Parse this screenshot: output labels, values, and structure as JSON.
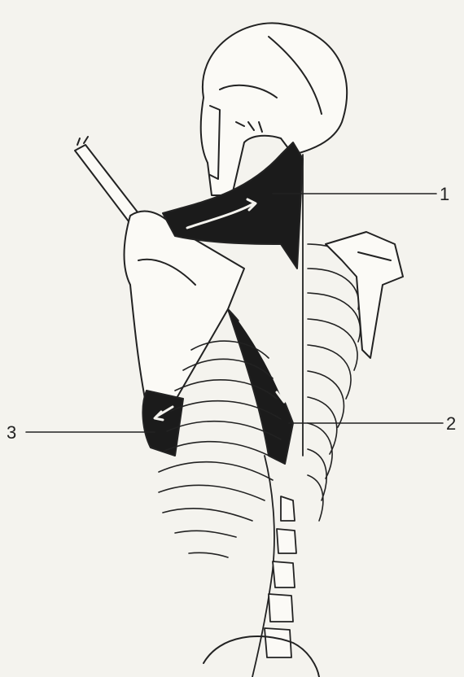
{
  "callouts": [
    {
      "id": "1",
      "label": "1"
    },
    {
      "id": "2",
      "label": "2"
    },
    {
      "id": "3",
      "label": "3"
    }
  ],
  "colors": {
    "background": "#f4f3ee",
    "line": "#222222",
    "muscle": "#1b1b1b",
    "bone": "#fbfaf6"
  }
}
